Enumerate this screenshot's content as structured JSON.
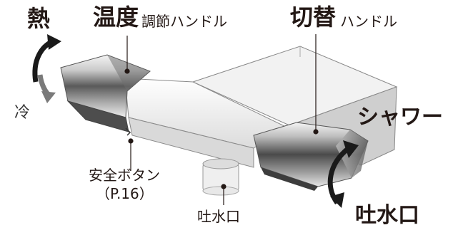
{
  "labels": {
    "hot": "熱",
    "cold": "冷",
    "temp_main": "温度",
    "temp_sub": "調節ハンドル",
    "switch_main": "切替",
    "switch_sub": "ハンドル",
    "shower": "シャワー",
    "outlet_bold": "吐水口",
    "safety_line1": "安全ボタン",
    "safety_line2": "（P.16）",
    "outlet_small": "吐水口"
  },
  "colors": {
    "hot_arrow": "#1a1a1a",
    "cold_arrow": "#7a7a7a",
    "text": "#231815"
  }
}
